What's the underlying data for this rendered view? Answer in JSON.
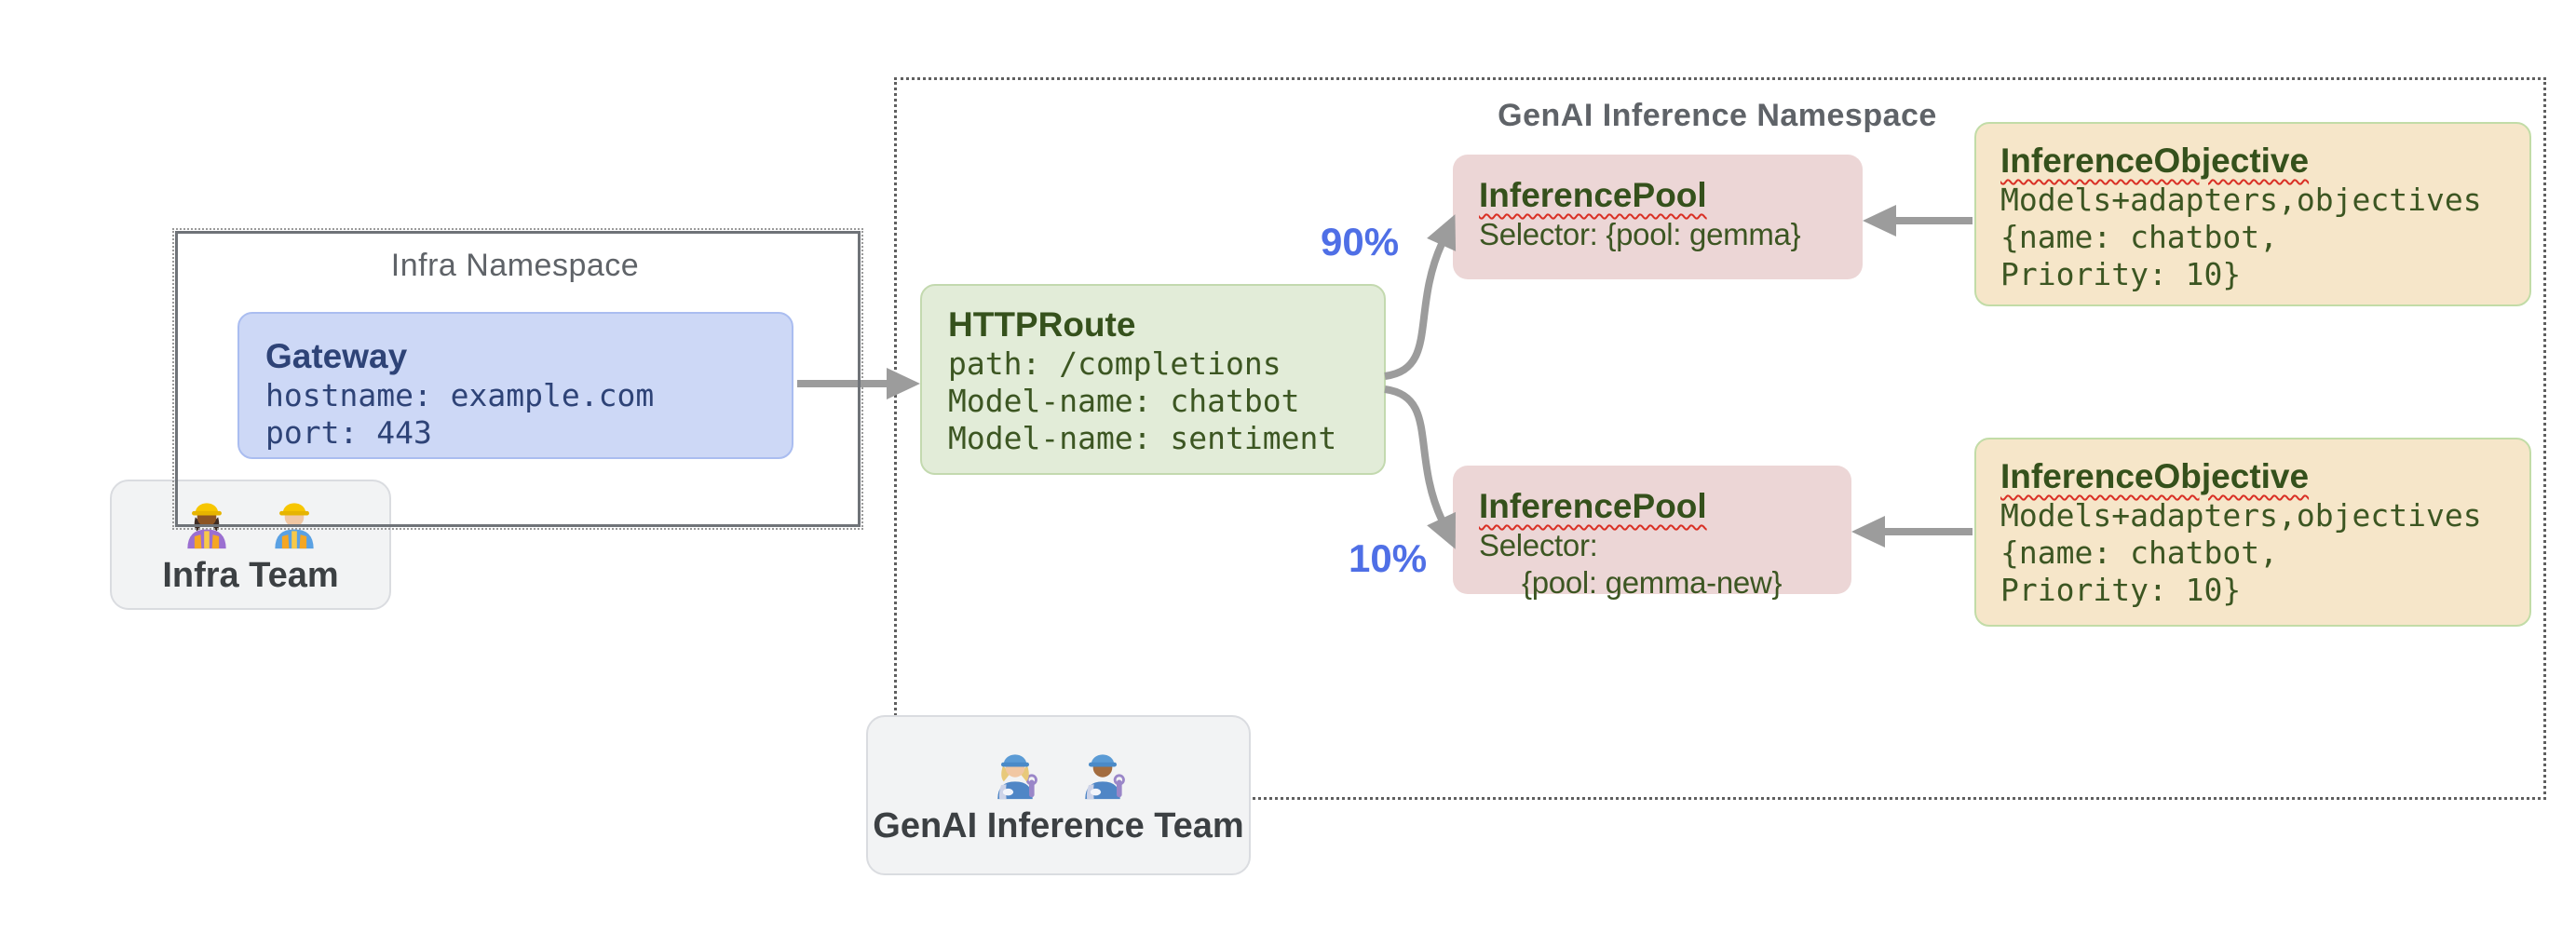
{
  "colors": {
    "arrow": "#9c9c9c",
    "traffic_label_blue": "#4f6fe6",
    "gateway_fill": "#cdd8f6",
    "gateway_text": "#2e4377",
    "httproute_fill": "#e2ecd8",
    "pool_fill": "#ecd6d6",
    "objective_fill": "#f6e6c9",
    "resource_green_text": "#3c5622",
    "namespace_title_gray": "#5f6368",
    "squiggle_red": "#d93025"
  },
  "infra_namespace": {
    "title": "Infra Namespace"
  },
  "gateway": {
    "title": "Gateway",
    "lines": [
      "hostname: example.com",
      "port: 443"
    ]
  },
  "infra_team": {
    "label": "Infra Team",
    "icons": [
      "woman-construction-worker",
      "man-construction-worker"
    ]
  },
  "httproute": {
    "title": "HTTPRoute",
    "lines": [
      "path: /completions",
      "Model-name: chatbot",
      "Model-name: sentiment"
    ]
  },
  "genai_namespace": {
    "title": "GenAI Inference Namespace"
  },
  "traffic_split": {
    "top_label": "90%",
    "bottom_label": "10%"
  },
  "pools": [
    {
      "title": "InferencePool",
      "lines": [
        "Selector: {pool: gemma}"
      ]
    },
    {
      "title": "InferencePool",
      "lines": [
        "Selector:",
        "{pool: gemma-new}"
      ]
    }
  ],
  "objectives": [
    {
      "title": "InferenceObjective",
      "lines": [
        "Models+adapters,objectives",
        "{name: chatbot,",
        "Priority: 10}"
      ]
    },
    {
      "title": "InferenceObjective",
      "lines": [
        "Models+adapters,objectives",
        "{name: chatbot,",
        "Priority: 10}"
      ]
    }
  ],
  "genai_team": {
    "label": "GenAI Inference Team",
    "icons": [
      "woman-mechanic",
      "man-mechanic"
    ]
  }
}
